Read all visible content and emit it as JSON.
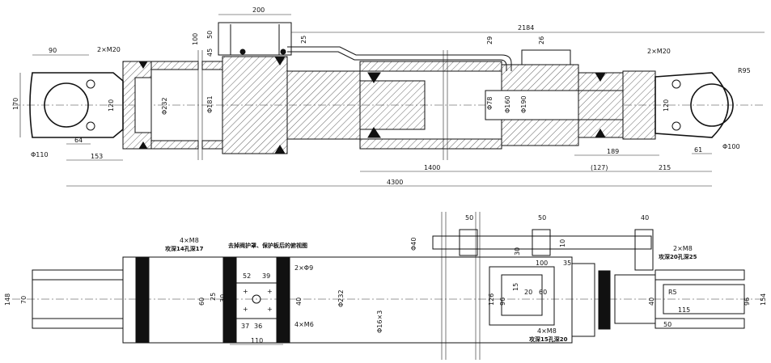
{
  "top_view": {
    "dims": {
      "d200": "200",
      "d100": "100",
      "d50": "50",
      "d45": "45",
      "d25": "25",
      "d2184": "2184",
      "d29": "29",
      "d26": "26",
      "d90": "90",
      "m20_left": "2×M20",
      "m20_right": "2×M20",
      "r95": "R95",
      "d170": "170",
      "d120_left": "120",
      "d120_right": "120",
      "phi232": "Φ232",
      "phi181": "Φ181",
      "phi78": "Φ78",
      "phi160": "Φ160",
      "phi190": "Φ190",
      "phi110": "Φ110",
      "phi100": "Φ100",
      "d64": "64",
      "d153": "153",
      "d189": "189",
      "d61": "61",
      "d1400": "1400",
      "d127": "(127)",
      "d215": "215",
      "d4300": "4300"
    }
  },
  "bottom_view": {
    "dims": {
      "m8_left": "4×M8",
      "m8_left_note": "攻深14孔深17",
      "guard_note": "去掉阀护罩、保护板后的俯视图",
      "d52": "52",
      "d39": "39",
      "phi9": "2×Φ9",
      "d148": "148",
      "d70": "70",
      "d60": "60",
      "d25": "25",
      "d30": "30",
      "d40": "40",
      "d37": "37",
      "d36": "36",
      "m6": "4×M6",
      "d110": "110",
      "phi232": "Φ232",
      "phi16": "Φ16×3",
      "d50a": "50",
      "d50b": "50",
      "d40top": "40",
      "phi40": "Φ40",
      "d30b": "30",
      "d10": "10",
      "m8_right": "2×M8",
      "m8_right_note": "攻深20孔深25",
      "d100": "100",
      "d35": "35",
      "d15": "15",
      "d20": "20",
      "d60b": "60",
      "d126": "126",
      "d96": "96",
      "r5": "R5",
      "d40b": "40",
      "d115": "115",
      "d96b": "96",
      "d154": "154",
      "d50c": "50",
      "m8_bottom": "4×M8",
      "m8_bottom_note": "攻深15孔深20"
    }
  }
}
